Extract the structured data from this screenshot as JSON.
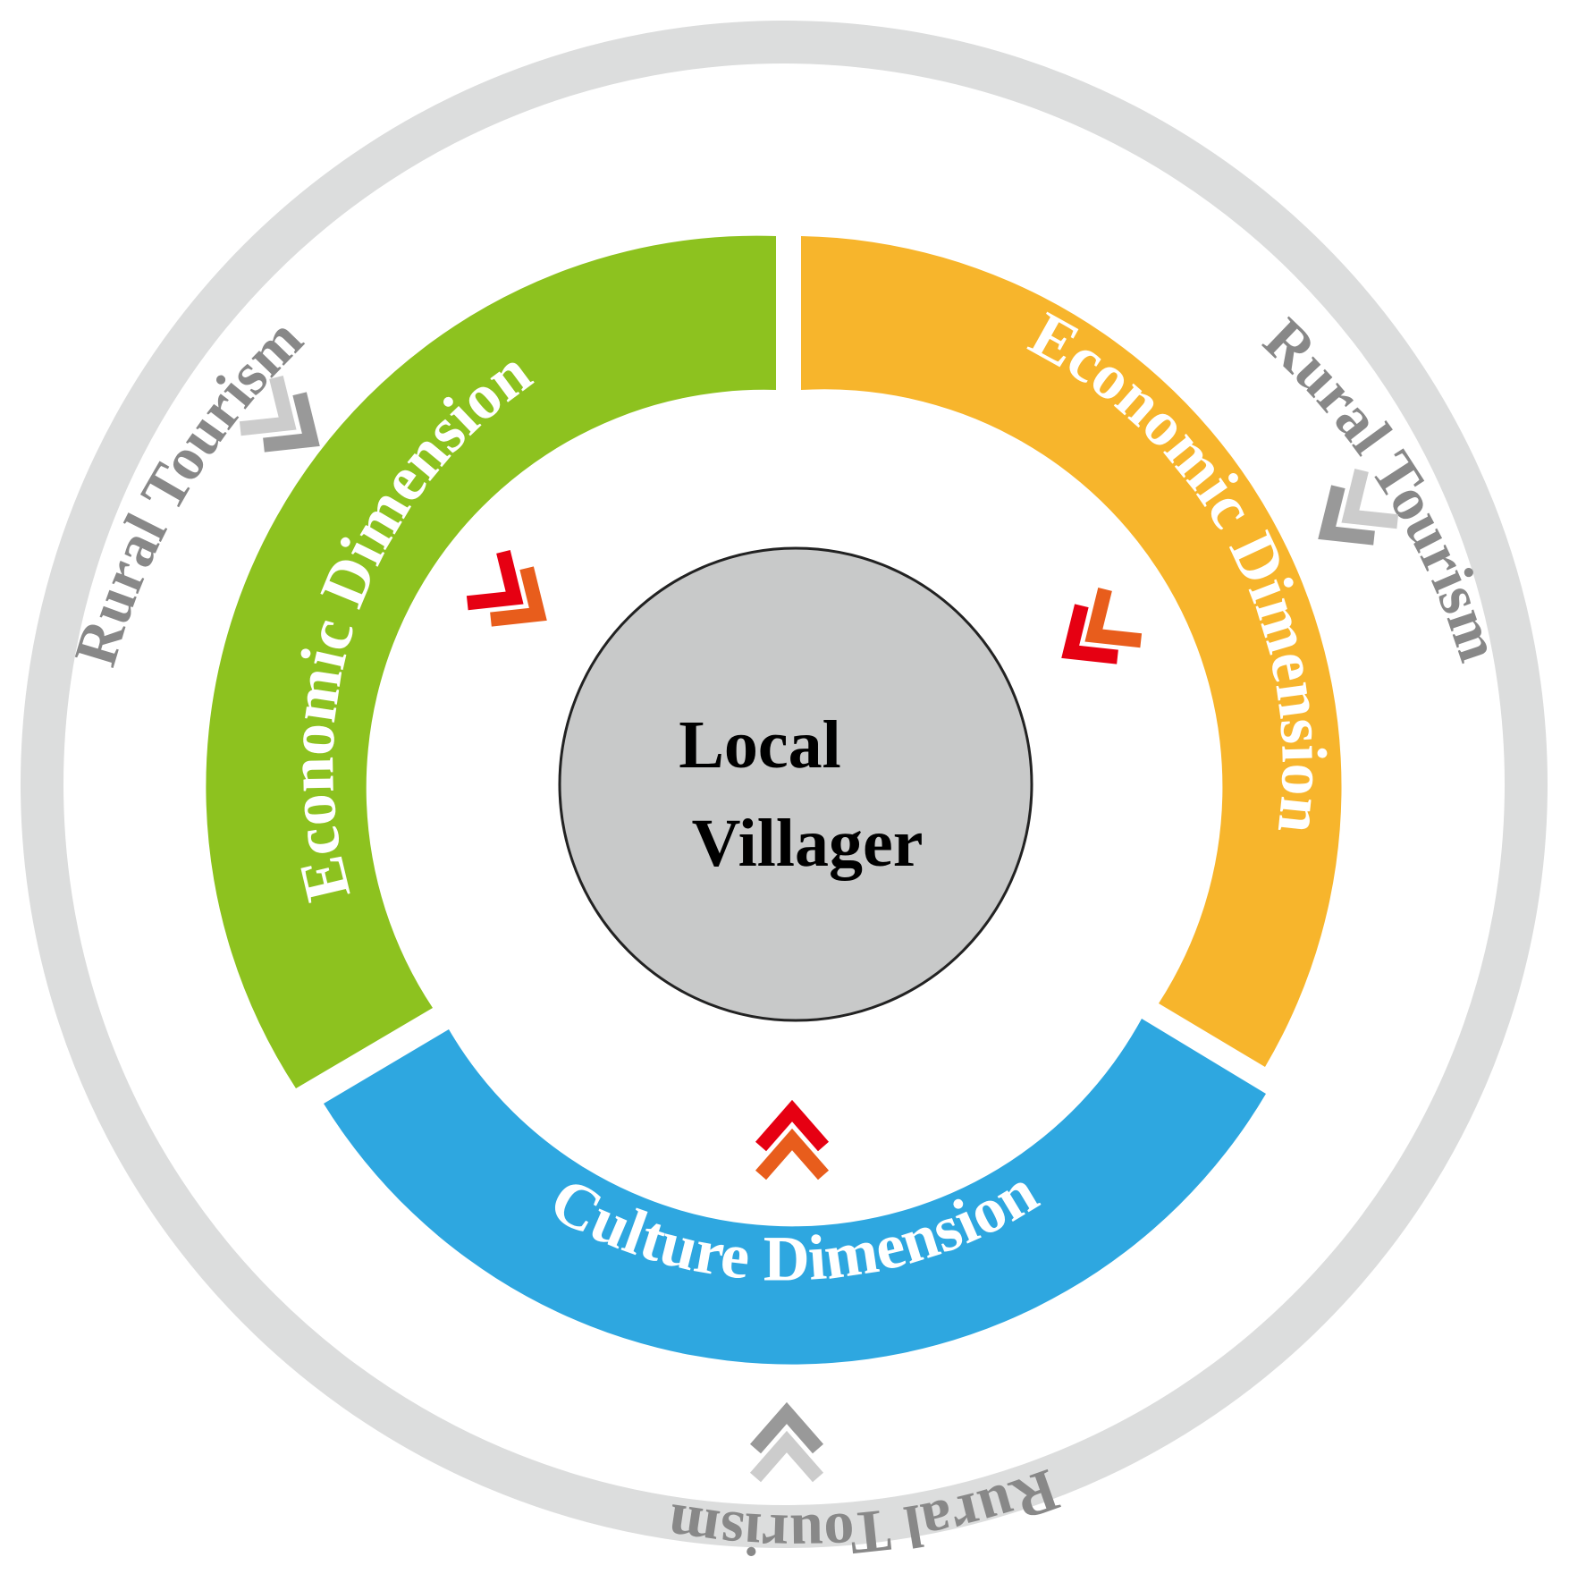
{
  "center": {
    "line1": "Local",
    "line2": "Villager",
    "fill": "#c8c9c9",
    "stroke": "#222222",
    "text_color": "#000000"
  },
  "outer_ring": {
    "label": "Rural Tourism",
    "color": "#dcdddd",
    "text_color": "#888888"
  },
  "segments": [
    {
      "id": "green",
      "label": "Economic Dimension",
      "color": "#8dc21f"
    },
    {
      "id": "orange",
      "label": "Economic Dimension",
      "color": "#f7b52c"
    },
    {
      "id": "blue",
      "label": "Culture Dimension",
      "color": "#2ea7e0"
    }
  ],
  "chevron_colors": {
    "inner_a": "#e60012",
    "inner_b": "#e85d1c",
    "outer_a": "#999999",
    "outer_b": "#cccccc"
  }
}
